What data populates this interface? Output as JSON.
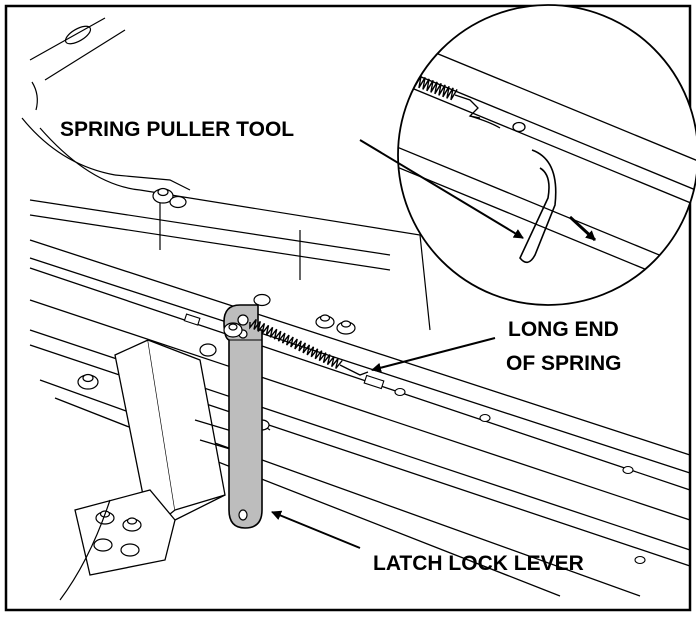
{
  "labels": {
    "spring_puller_tool": "SPRING PULLER TOOL",
    "long_end_line1": "LONG END",
    "long_end_line2": "OF SPRING",
    "latch_lock_lever": "LATCH LOCK LEVER"
  },
  "colors": {
    "ink": "#000000",
    "paper": "#ffffff",
    "lever_fill": "#bdbdbd"
  }
}
